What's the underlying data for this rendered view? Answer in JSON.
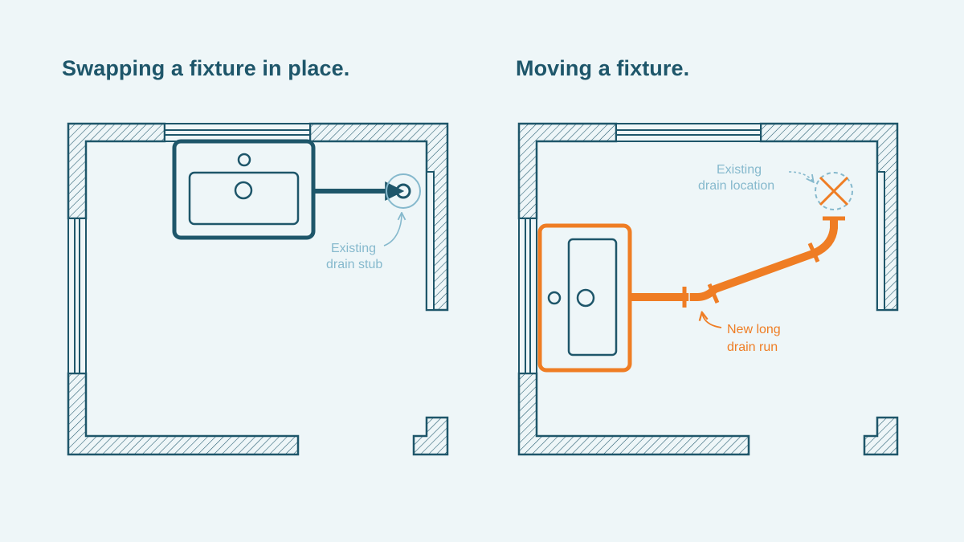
{
  "panels": {
    "left": {
      "title": "Swapping a fixture in place.",
      "callout": {
        "line1": "Existing",
        "line2": "drain stub"
      }
    },
    "right": {
      "title": "Moving a fixture.",
      "callout_existing": {
        "line1": "Existing",
        "line2": "drain location"
      },
      "callout_new": {
        "line1": "New long",
        "line2": "drain run"
      }
    }
  },
  "colors": {
    "background": "#eef6f8",
    "wall": "#1e566a",
    "title": "#1e566a",
    "annotation_blue": "#86b9cd",
    "highlight_orange": "#ef7d24"
  }
}
